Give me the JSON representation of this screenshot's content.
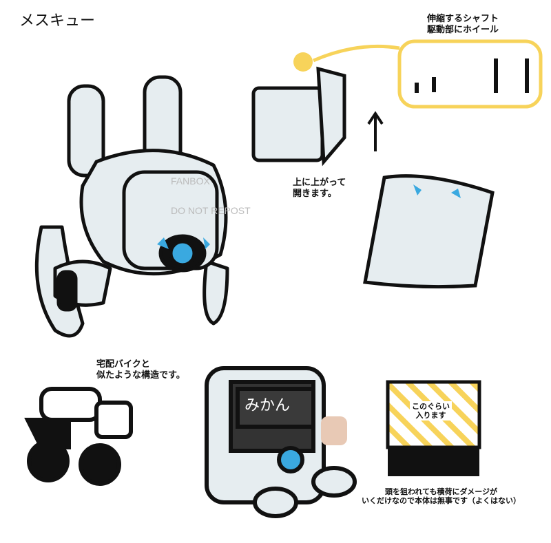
{
  "title": "メスキュー",
  "notes": {
    "shaft_line1": "伸縮するシャフト",
    "shaft_line2": "駆動部にホイール",
    "open_line1": "上に上がって",
    "open_line2": "開きます。",
    "bike_line1": "宅配バイクと",
    "bike_line2": "似たような構造です。",
    "capacity_line1": "このぐらい",
    "capacity_line2": "入ります",
    "damage_line1": "頭を狙われても積荷にダメージが",
    "damage_line2": "いくだけなので本体は無事です（よくはない）",
    "box_label": "みかん"
  },
  "watermark": {
    "line1": "FANBOX",
    "line2": "DO NOT REPOST"
  },
  "colors": {
    "body": "#e6edf0",
    "accent": "#3aa9e0",
    "highlight": "#f7d35a",
    "outline": "#111111",
    "cat": "#e8c9b5"
  }
}
